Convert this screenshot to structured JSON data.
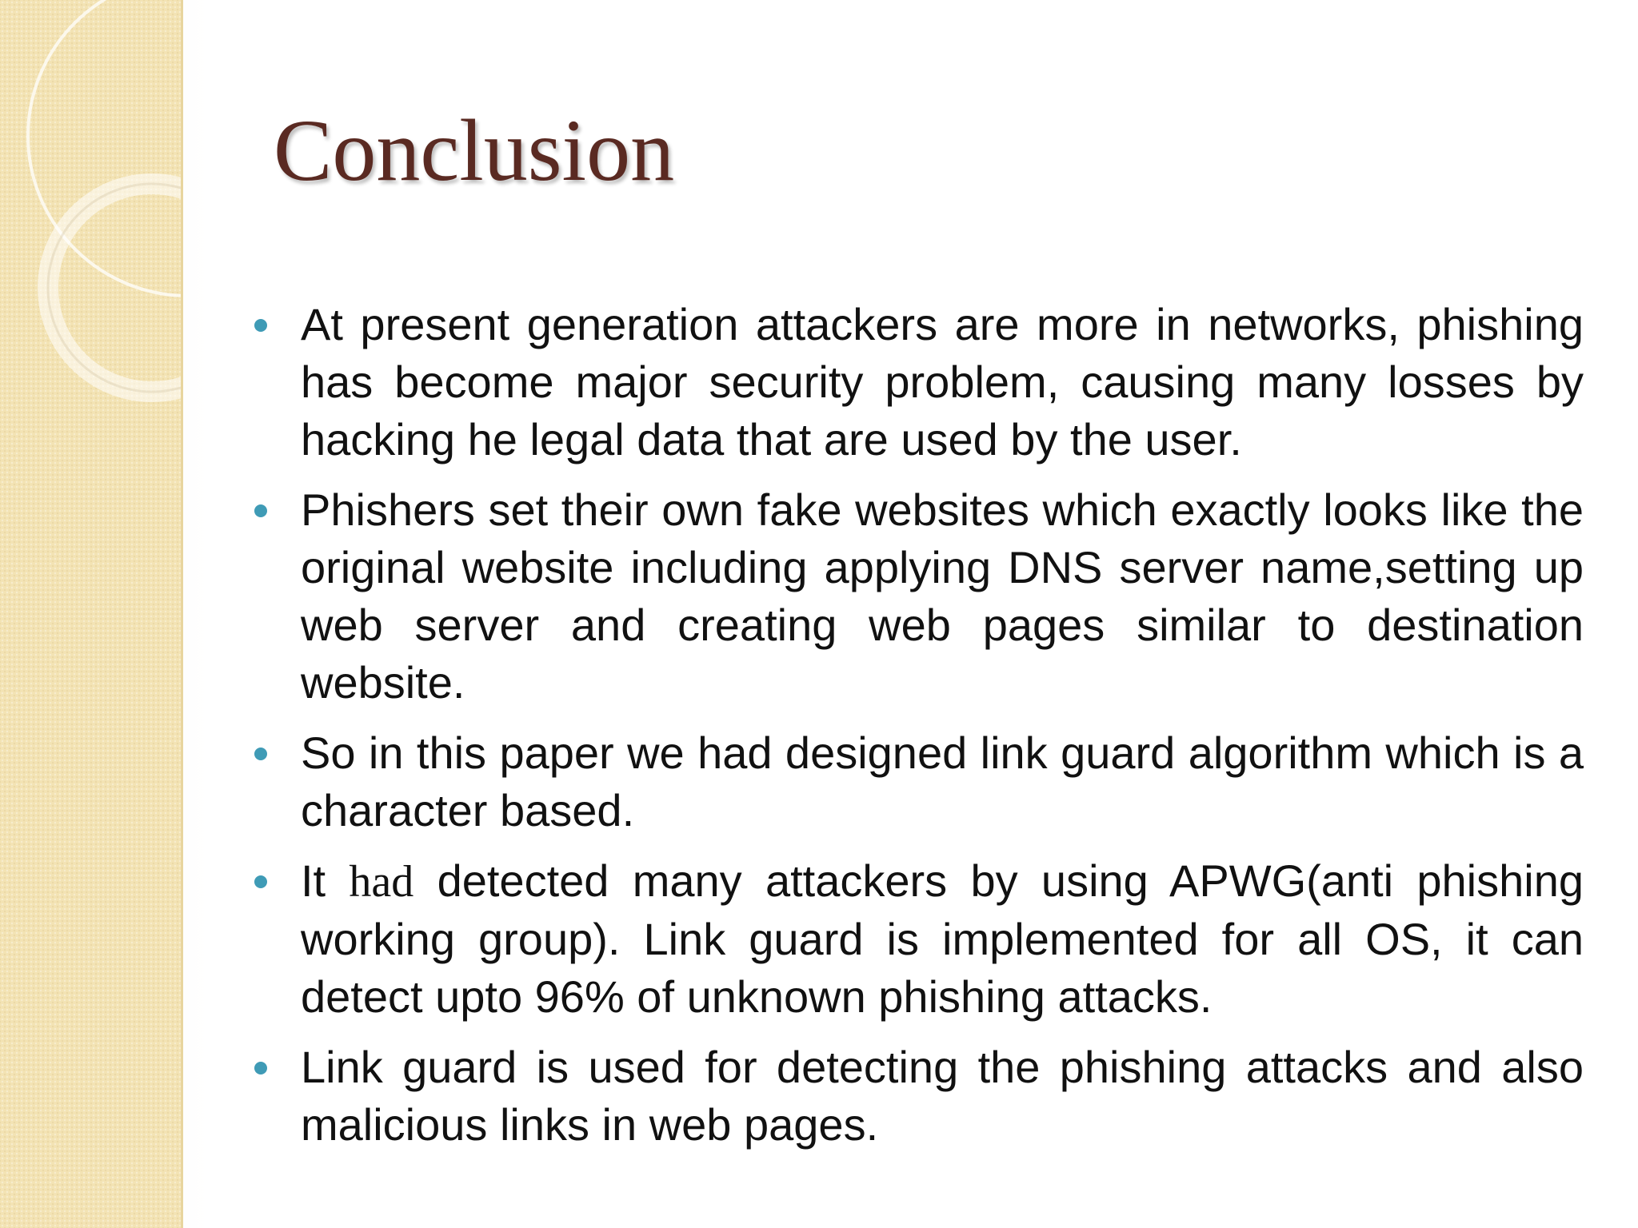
{
  "slide": {
    "title": "Conclusion",
    "bullets": [
      {
        "text": "At present generation attackers are more in networks, phishing has become major security problem, causing many losses by hacking he legal data that are used by the user."
      },
      {
        "text": "Phishers set their own fake websites which exactly looks like the original website including applying DNS server name,setting up web server and creating web pages similar to destination website."
      },
      {
        "text": "So in this paper we had designed link guard algorithm which is a character based."
      },
      {
        "pre": "It ",
        "highlight": "had",
        "post": " detected many attackers by using APWG(anti phishing working group). Link guard is implemented for all OS, it can detect upto 96% of unknown phishing attacks."
      },
      {
        "text": "Link guard is used for detecting the phishing attacks and also malicious links in web pages."
      }
    ]
  },
  "colors": {
    "title": "#5a2a22",
    "bullet_marker": "#3f9bb6",
    "side_panel": "#f3e3b4",
    "body_text": "#111111"
  }
}
